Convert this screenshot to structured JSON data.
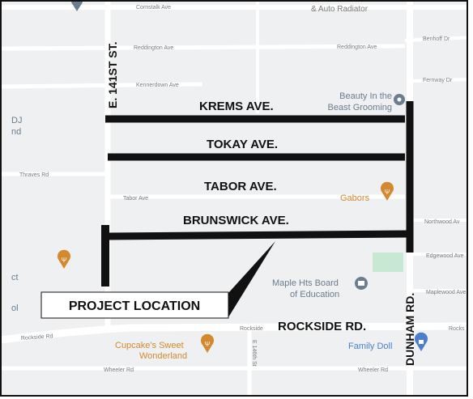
{
  "map": {
    "colors": {
      "background": "#eef0f2",
      "minor_road": "#ffffff",
      "project_line": "#111111",
      "food_poi": "#d4892e",
      "civic_poi": "#6b7d8f",
      "shop_poi": "#4a7fcf",
      "park": "#c8e8d3",
      "border": "#111111"
    },
    "streets": {
      "kremsavenue": "KREMS AVE.",
      "tokay": "TOKAY AVE.",
      "tabor": "TABOR AVE.",
      "brunswick": "BRUNSWICK AVE.",
      "rockside": "ROCKSIDE RD.",
      "dunham": "DUNHAM RD.",
      "e141st": "E. 141ST ST."
    },
    "minor_labels": {
      "cornstalk_ave": "Cornstalk Ave",
      "auto_radiator": "& Auto Radiator",
      "reddington_ave_w": "Reddington Ave",
      "reddington_ave_e": "Reddington Ave",
      "benhoff_dr": "Benhoff Dr",
      "fernway_dr": "Fernway Dr",
      "kennerdown_ave": "Kennerdown Ave",
      "thraves_rd": "Thraves Rd",
      "tabor_ave": "Tabor Ave",
      "northwood_av": "Northwood Av",
      "edgewood_ave": "Edgewood Ave",
      "maplewood_ave": "Maplewood Ave",
      "rockside_rd_w": "Rockside Rd",
      "rockside_mid": "Rockside",
      "rocks_e": "Rocks",
      "e146th_st": "E 146th St",
      "wheeler_rd_w": "Wheeler Rd",
      "wheeler_rd_e": "Wheeler Rd"
    },
    "pois": {
      "beauty_line1": "Beauty In the",
      "beauty_line2": "Beast Grooming",
      "gabors": "Gabors",
      "board_line1": "Maple Hts Board",
      "board_line2": "of Education",
      "cupcake_line1": "Cupcake's Sweet",
      "cupcake_line2": "Wonderland",
      "family_dollar": "Family Doll",
      "left_dj": "DJ",
      "left_nd": "nd",
      "left_ct": "ct",
      "left_ol": "ol"
    },
    "project_label": "PROJECT LOCATION",
    "icons": {
      "food": "restaurant-pin-icon",
      "civic": "civic-pin-icon",
      "shop": "shop-pin-icon",
      "grooming": "grooming-pin-icon",
      "generic": "map-pin-icon"
    }
  }
}
